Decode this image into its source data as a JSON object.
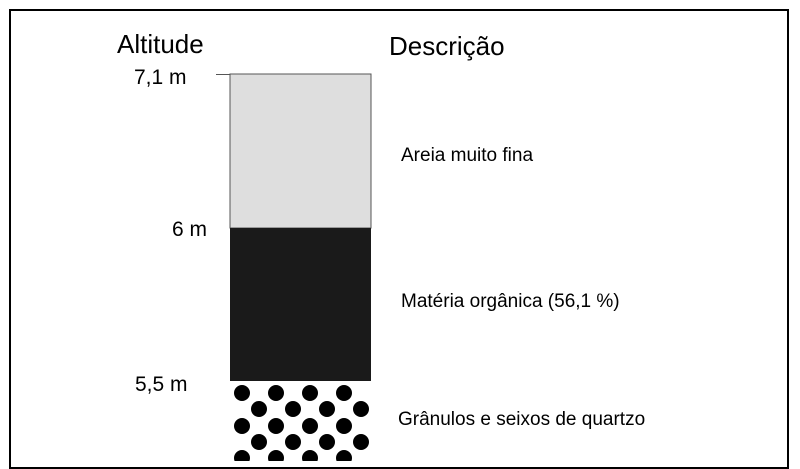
{
  "headers": {
    "altitude": "Altitude",
    "description": "Descrição"
  },
  "altitude_labels": {
    "top": "7,1 m",
    "middle": "6 m",
    "lower": "5,5 m"
  },
  "layers": [
    {
      "top_altitude_m": 7.1,
      "bottom_altitude_m": 6.0,
      "description": "Areia muito fina",
      "fill": "#dedede",
      "pattern": "solid"
    },
    {
      "top_altitude_m": 6.0,
      "bottom_altitude_m": 5.5,
      "description": "Matéria orgânica (56,1 %)",
      "fill": "#1a1a1a",
      "pattern": "solid"
    },
    {
      "top_altitude_m": 5.5,
      "bottom_altitude_m": null,
      "description": "Grânulos e seixos de quartzo",
      "fill": "#ffffff",
      "pattern": "black-dots"
    }
  ],
  "colors": {
    "frame": "#000000",
    "text": "#000000"
  }
}
